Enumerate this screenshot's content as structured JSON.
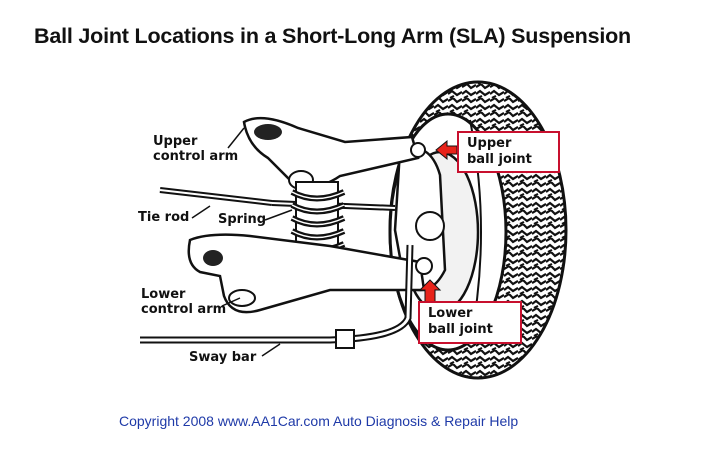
{
  "title": "Ball Joint Locations in a Short-Long Arm (SLA) Suspension",
  "labels": {
    "upper_control_arm": [
      "Upper",
      "control arm"
    ],
    "tie_rod": "Tie rod",
    "spring": "Spring",
    "lower_control_arm": [
      "Lower",
      "control arm"
    ],
    "sway_bar": "Sway bar"
  },
  "callouts": {
    "upper_ball_joint": [
      "Upper",
      "ball joint"
    ],
    "lower_ball_joint": [
      "Lower",
      "ball joint"
    ]
  },
  "copyright": "Copyright 2008 www.AA1Car.com Auto Diagnosis & Repair Help",
  "colors": {
    "callout_border": "#c8102e",
    "arrow_fill": "#e8231a",
    "copyright_text": "#1f3aa8",
    "ink": "#111111"
  }
}
